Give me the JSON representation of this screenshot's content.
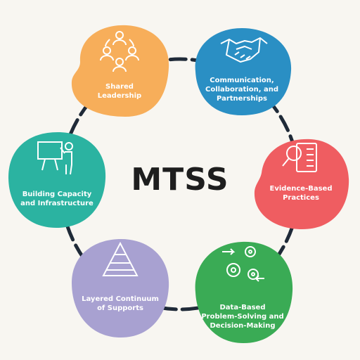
{
  "title": "MTSS",
  "nodes": [
    {
      "key": "shared",
      "label": "Shared\nLeadership",
      "color": "#f7ae5a",
      "icon": "people-cycle-icon"
    },
    {
      "key": "communication",
      "label": "Communication,\nCollaboration, and\nPartnerships",
      "color": "#2a8fc4",
      "icon": "handshake-icon"
    },
    {
      "key": "evidence",
      "label": "Evidence-Based\nPractices",
      "color": "#ef5d61",
      "icon": "checklist-magnifier-icon"
    },
    {
      "key": "data",
      "label": "Data-Based\nProblem-Solving and\nDecision-Making",
      "color": "#3aab55",
      "icon": "gears-icon"
    },
    {
      "key": "layered",
      "label": "Layered Continuum\nof Supports",
      "color": "#a8a1d1",
      "icon": "pyramid-icon"
    },
    {
      "key": "capacity",
      "label": "Building Capacity\nand Infrastructure",
      "color": "#2bb3a1",
      "icon": "presenter-icon"
    }
  ],
  "colors": {
    "ring": "#1f2a38",
    "background": "#f8f6f1",
    "title": "#1e1e1e"
  }
}
